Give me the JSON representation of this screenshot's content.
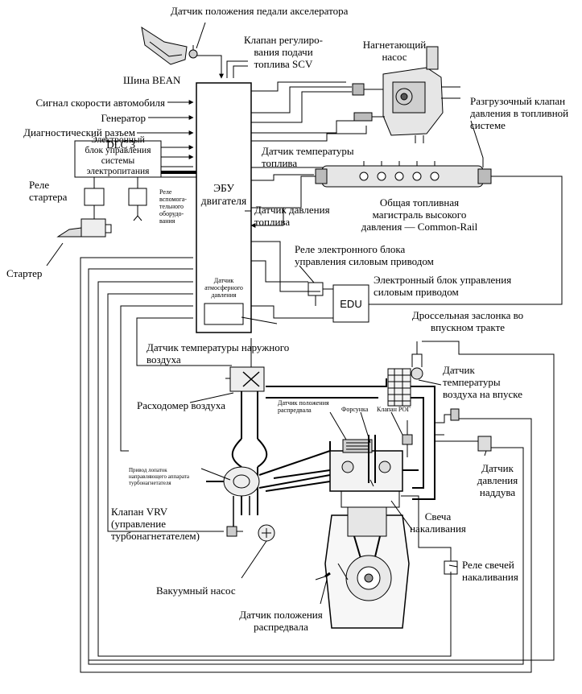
{
  "labels": {
    "accel_pedal_sensor": "Датчик положения педали акселератора",
    "bean_bus": "Шина BEAN",
    "vehicle_speed": "Сигнал скорости автомобиля",
    "generator": "Генератор",
    "dlc3": "Диагностический разъем DLC 3",
    "power_ecu": "Электронный\nблок управления\nсистемы\nэлектропитания",
    "starter_relay": "Реле\nстартера",
    "aux_relay": "Реле\nвспомога-\nтельного\nоборудо-\nвания",
    "starter": "Стартер",
    "scv_valve": "Клапан регулиро-\nвания подачи\nтоплива SCV",
    "pump": "Нагнетающий\nнасос",
    "relief_valve": "Разгрузочный клапан\nдавления в топливной\nсистеме",
    "fuel_temp": "Датчик температуры\nтоплива",
    "ecu": "ЭБУ\nдвигателя",
    "fuel_pressure": "Датчик давления\nтоплива",
    "common_rail": "Общая топливная\nмагистраль высокого\nдавления — Common-Rail",
    "edu_relay": "Реле электронного блока\nуправления силовым приводом",
    "atm_pressure": "Датчик\nатмосферного\nдавления",
    "edu_unit": "Электронный блок управления\nсиловым приводом",
    "edu": "EDU",
    "throttle": "Дроссельная заслонка во\nвпускном тракте",
    "outside_temp": "Датчик температуры наружного\nвоздуха",
    "intake_air_temp": "Датчик\nтемпературы\nвоздуха на впуске",
    "airflow_meter": "Расходомер воздуха",
    "cam_sensor_small": "Датчик положения\nраспредвала",
    "injector": "Форсунка",
    "egr_valve": "Клапан РОГ",
    "turbo_actuator": "Привод лопаток\nнаправляющего аппарата\nтурбонагнетателя",
    "boost_pressure": "Датчик\nдавления\nнаддува",
    "vrv_valve": "Клапан VRV\n(управление\nтурбонагнетателем)",
    "glow_plug": "Свеча\nнакаливания",
    "glow_relay": "Реле свечей\nнакаливания",
    "vacuum_pump": "Вакуумный насос",
    "cam_sensor": "Датчик положения\nраспредвала"
  }
}
